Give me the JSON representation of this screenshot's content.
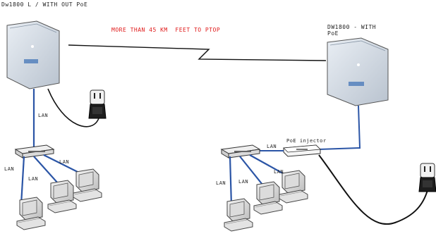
{
  "labels": {
    "left_unit": "Dw1800 L / WITH OUT PoE",
    "right_unit_line1": "DW1800 - WITH",
    "right_unit_line2": "PoE",
    "distance": "MORE THAN 45 KM  FEET TO PTOP",
    "lan_left_cable": "LAN",
    "lan_left_pc1": "LAN",
    "lan_left_pc2": "LAN",
    "lan_left_pc3": "LAN",
    "lan_right_link": "LAN",
    "lan_right_pc1": "LAN",
    "lan_right_pc2": "LAN",
    "lan_right_pc3": "LAN",
    "poe_injector": "PoE injector"
  },
  "colors": {
    "lan_cable": "#2b55a6",
    "power_cable": "#111111",
    "distance_text": "#e01818",
    "radio_body": "#d6dde6",
    "radio_logo": "#3a6fb5"
  },
  "icons": {
    "radio": "outdoor-radio-unit",
    "switch": "network-switch",
    "computer": "desktop-computer",
    "power_adapter": "wall-power-adapter",
    "poe": "poe-injector",
    "link": "wireless-link-zigzag"
  }
}
